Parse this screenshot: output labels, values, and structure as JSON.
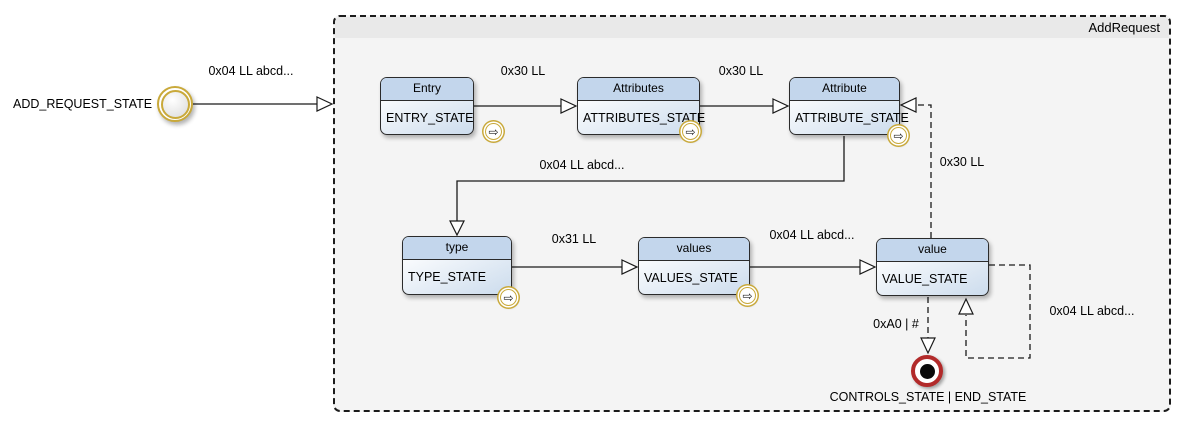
{
  "diagram": {
    "composite_state": {
      "title": "AddRequest"
    },
    "initial": {
      "label": "ADD_REQUEST_STATE"
    },
    "final": {
      "label": "CONTROLS_STATE | END_STATE"
    },
    "states": [
      {
        "title": "Entry",
        "name": "ENTRY_STATE"
      },
      {
        "title": "Attributes",
        "name": "ATTRIBUTES_STATE"
      },
      {
        "title": "Attribute",
        "name": "ATTRIBUTE_STATE"
      },
      {
        "title": "type",
        "name": "TYPE_STATE"
      },
      {
        "title": "values",
        "name": "VALUES_STATE"
      },
      {
        "title": "value",
        "name": "VALUE_STATE"
      }
    ],
    "icons": {
      "submachine": "⇨"
    },
    "transitions": [
      {
        "from": "ADD_REQUEST_STATE",
        "to": "AddRequest",
        "label": "0x04 LL abcd...",
        "style": "solid"
      },
      {
        "from": "ENTRY_STATE",
        "to": "ATTRIBUTES_STATE",
        "label": "0x30 LL",
        "style": "solid"
      },
      {
        "from": "ATTRIBUTES_STATE",
        "to": "ATTRIBUTE_STATE",
        "label": "0x30 LL",
        "style": "solid"
      },
      {
        "from": "ATTRIBUTE_STATE",
        "to": "TYPE_STATE",
        "label": "0x04 LL abcd...",
        "style": "solid"
      },
      {
        "from": "TYPE_STATE",
        "to": "VALUES_STATE",
        "label": "0x31 LL",
        "style": "solid"
      },
      {
        "from": "VALUES_STATE",
        "to": "VALUE_STATE",
        "label": "0x04 LL abcd...",
        "style": "solid"
      },
      {
        "from": "VALUE_STATE",
        "to": "ATTRIBUTE_STATE",
        "label": "0x30 LL",
        "style": "dashed"
      },
      {
        "from": "VALUE_STATE",
        "to": "VALUE_STATE",
        "label": "0x04 LL abcd...",
        "style": "dashed"
      },
      {
        "from": "VALUE_STATE",
        "to": "CONTROLS_STATE | END_STATE",
        "label": "0xA0 | #",
        "style": "dashed"
      }
    ],
    "colors": {
      "state_header": "#c3d6ec",
      "state_body": "#cfdeee",
      "container_fill": "#f4f4f4",
      "container_header_fill": "#e9e9e9",
      "gold": "#c9a93a",
      "final_ring": "#b22a2a"
    }
  }
}
